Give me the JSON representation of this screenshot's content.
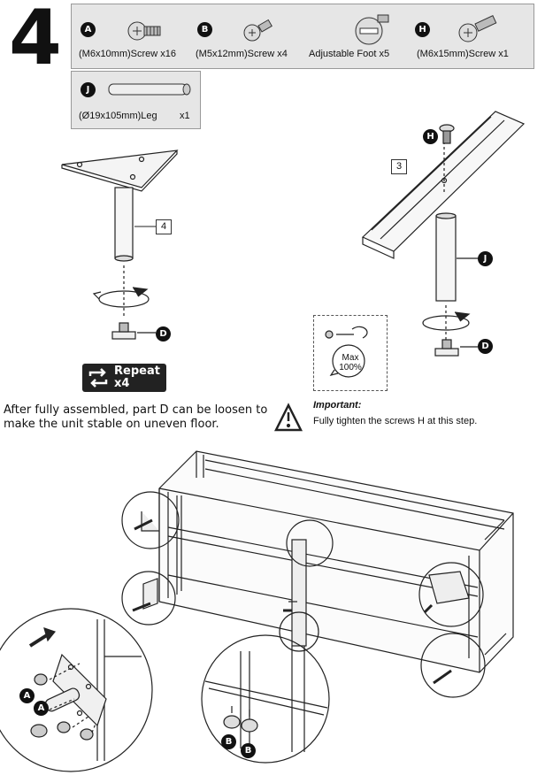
{
  "step": "4",
  "parts": [
    {
      "badge": "A",
      "label": "(M6x10mm)Screw x16",
      "icon": "screw-icon"
    },
    {
      "badge": "B",
      "label": "(M5x12mm)Screw x4",
      "icon": "screw-icon"
    },
    {
      "badge": "",
      "label": "Adjustable Foot   x5",
      "icon": "adjustable-foot-icon"
    },
    {
      "badge": "H",
      "label": "(M6x15mm)Screw x1",
      "icon": "screw-icon"
    }
  ],
  "leg_part": {
    "badge": "J",
    "label": "(Ø19x105mm)Leg",
    "qty": "x1",
    "icon": "leg-icon"
  },
  "callouts": {
    "leg_plate": "4",
    "rail": "3"
  },
  "labels": {
    "D": "D",
    "H": "H",
    "J": "J",
    "A": "A",
    "B": "B"
  },
  "repeat": {
    "line1": "Repeat",
    "line2": "x4"
  },
  "torque": {
    "line1": "Max",
    "line2": "100%"
  },
  "notes": {
    "left": "After fully assembled, part D can be loosen to make the unit stable on uneven floor.",
    "important_title": "Important:",
    "important_text": "Fully tighten the screws H at this step."
  }
}
